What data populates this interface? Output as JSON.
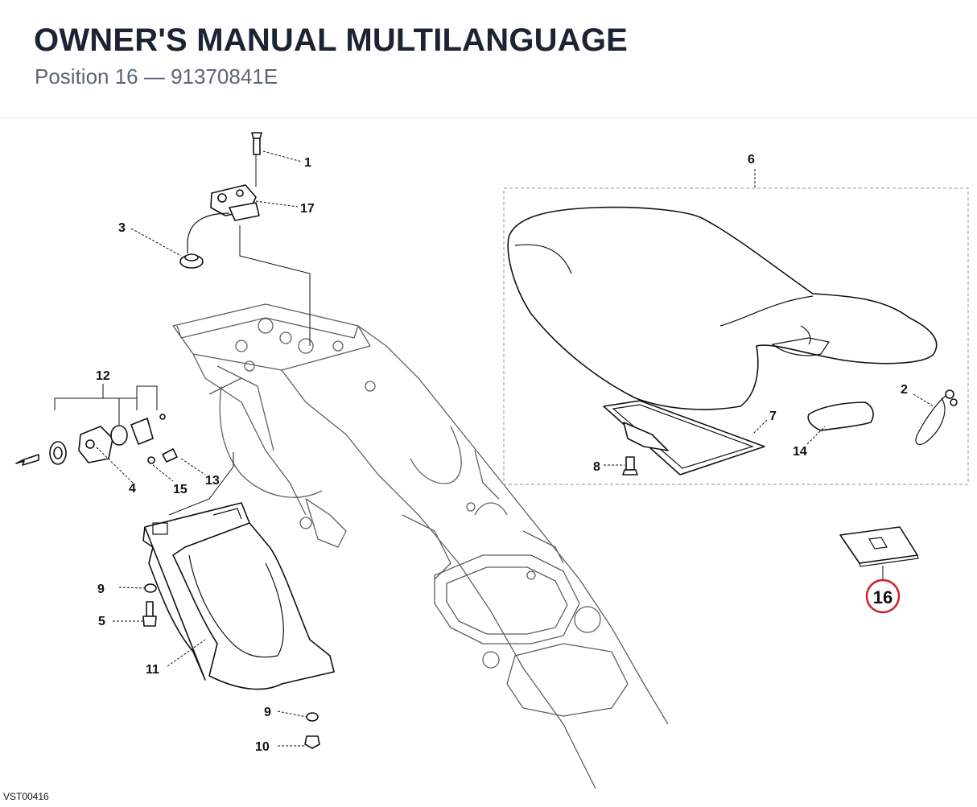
{
  "header": {
    "title": "OWNER'S MANUAL MULTILANGUAGE",
    "subtitle": "Position 16 — 91370841E"
  },
  "diagram": {
    "highlight_color": "#d0202a",
    "highlighted_position": "16",
    "labels": {
      "p1": "1",
      "p2": "2",
      "p3": "3",
      "p4": "4",
      "p5": "5",
      "p6": "6",
      "p7": "7",
      "p8": "8",
      "p9a": "9",
      "p9b": "9",
      "p10": "10",
      "p11": "11",
      "p12": "12",
      "p13": "13",
      "p14": "14",
      "p15": "15",
      "p16": "16",
      "p17": "17"
    },
    "reference_code": "VST00416"
  }
}
